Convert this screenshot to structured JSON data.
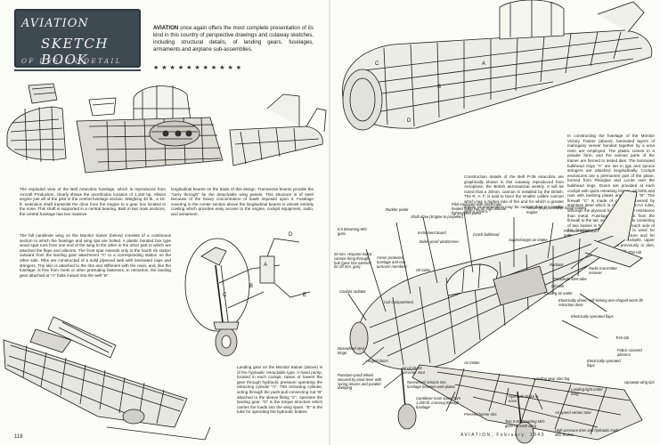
{
  "masthead": {
    "line1": "AVIATION",
    "line2": "SKETCH BOOK",
    "line3": "OF DESIGN DETAIL"
  },
  "intro": {
    "lead": "AVIATION",
    "text": " once again offers the most complete presentation of its kind in this country of perspective drawings and cutaway sketches, including structural details, of landing gears, fuselages, armaments and airplane sub-assemblies.",
    "stars": "★★★★★★★★★★★"
  },
  "left_page": {
    "caption_airacobra_1": "The exploded view of the Bell Airacobra fuselage, which is reproduced from Aircraft Production, clearly shows the unorthodox location of 1,150 hp. Allison engine just aft of the pilot in the central fuselage section. Weighing 40 lb., a 10-ft. extension shaft transmits the drive from the engine to a gear box located in the nose. This shaft is supported in a central bearing. Built in two main sections, the central fuselage has two massive",
    "caption_airacobra_2": "longitudinal beams on the basis of this design. Transverse beams provide the \"carry through\" for the detachable wing panels. This structure is of steel because of the heavy concentration of loads imposed upon it. Fuselage covering in the center section above the longitudinal beams is almost entirely cowling which provides easy access to the engine, cockpit equipment, radio, and armament.",
    "caption_wing": "The full cantilever wing on the Monitor trainer (below) consists of a continuous section to which the fuselage and wing tips are bolted. A plastic bonded box type wood spar runs from one end of the wing to the other in the other part to which are attached the flaps and ailerons. The front spar extends only to the fourth rib station outward from the landing gear attachment \"A\" to a corresponding station on the other side. Ribs are constructed of a solid plywood web with laminated caps and stringers. The skin is attached to the ribs and stiffeners with the resin, and, like the fuselage, is free from rivets or other protruding fasteners. In retraction, the landing gear attached at \"A\" folds inward into the well \"B\".",
    "caption_gear": "Landing gear on the Monitor trainer (above) is of the hydraulic retractable type. A hand pump, located in each cockpit, raises or lowers the gear through hydraulic pressure operating the retracting cylinder \"A\". This retracting cylinder, acting through the push-pull connecting rod \"B\" attached to the sleeve fitting \"C\", operates the landing gear. \"D\" is the torque structure which carries the loads into the wing spars. \"E\" is the tube for operating the hydraulic brakes.",
    "folio": "118",
    "gear_labels": [
      "A",
      "B",
      "C",
      "D",
      "E"
    ]
  },
  "right_page": {
    "caption_p39": "Construction details of the Bell P-39 Airacobra are graphically shown in this cutaway reproduced from Aeroplane, the British aeronautical weekly. It will be noted that a 20mm. cannon is installed by the British. The R. A. F. is said to favor the smaller calibre cannon which has a higher rate of fire and for which a greater supply of ammunition may be carried than is possible with a 37mm.",
    "caption_fuselage": "In constructing the fuselage of the Monitor Victory Trainer (above), laminated layers of mahogany veneer bonded together by a urea resin are employed. The plastic comes in a powder form, and the various parts of the trainer are formed to tested dies. The laminated bulkhead rings \"A\" are set in jigs and spruce stringers are attached longitudinally. Cockpit enclosures are a permanent part of the plane, formed from Plexiglas and Lucite over the bulkhead rings. Doors are provided at each cockpit with quick releasing hinges. All bolts and nuts with bushing plates are used at \"B\". The firewall \"C\" is made of plywood covered by stainless steel which is required by CAA rules, although the plywood has greater fire resistance than metal. Fuselage stringers run from the firewall to the tail, and a plywood skin consisting of two halves is formed to fit over each side of the fuselage. At lower side \"D\" is used for strengthening the fuselage structure and for interior appearance. All of the cockpits, upper and lower sections, formed previously in dies, are bonded to the main structure.",
    "footer": "AVIATION, February, 1943",
    "callouts": [
      "Rudder pedal",
      "Shaft drive (Engine to propeller)",
      "Pilot equipped with electrically heated flying suit for high altitude fighting and patrol",
      "Allison (Exp.) 1,150hp. liquid-cooled engine",
      "0.5 Browning M/C guns",
      "Instrument board",
      "Bullet-proof windscreen",
      "Crash bulkhead",
      "Supercharger air intake",
      "Prestone expansion tank",
      "Thin tab",
      "20 mm. Hispano-Suiza cannon firing through hub (gear box extends for 20 mm. gun)",
      "Armor protected fuselage and rear turnover members",
      "Oil tanks",
      "Radiator",
      "Radio transmitter receiver",
      "Cooling air outlet",
      "Parachute flare tube",
      "Oil tank",
      "Electrically driven self-locking one-shaped worm lift retraction drive",
      "Electrically operated flaps",
      "Coil compartment",
      "Coolant radiator",
      "Hinged doors",
      "Air-oil shock absorber strut",
      "Nosewheel strut hinge",
      "Nosewheel retracts into fuselage between web plates",
      "Puncture-proof wheel secured by pivot lever with spring returns and parallel damping",
      "Pressed former ribs",
      "Air intake",
      "Cantilever main spars from 1,200 lb. crossing through fuselage",
      "Landing gear oleo leg",
      "Air speed venturi tube",
      "Two 0.50 Browning M/G guns on each wing",
      "Hydraulic brake in nose",
      "Landing-light under wing",
      "High pressure tires and hydraulic multi-disc brakes",
      "Trim tab",
      "Upswept wing tips",
      "Fabric covered ailerons",
      "Electrically operated flaps"
    ],
    "fuselage_labels": [
      "A",
      "B",
      "C",
      "D"
    ]
  }
}
